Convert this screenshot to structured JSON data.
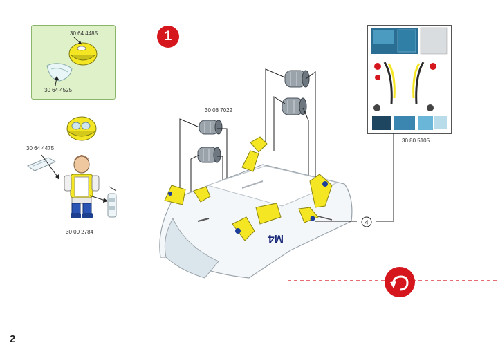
{
  "page_number": "2",
  "step_number": "1",
  "callout_number": "4",
  "parts": {
    "helmet": "30 64 4485",
    "visor": "30 64 4525",
    "tool": "30 64 4475",
    "figure": "30 00 2784",
    "engine": "30 08 7022",
    "stickers": "30 80 5105"
  },
  "vehicle_marking": "M4",
  "colors": {
    "accent_red": "#d6161d",
    "yellow": "#f4e623",
    "green_box": "#dff1c9",
    "engine_gray": "#9aa2aa"
  },
  "icons": [
    "rotate-arrow-icon"
  ]
}
